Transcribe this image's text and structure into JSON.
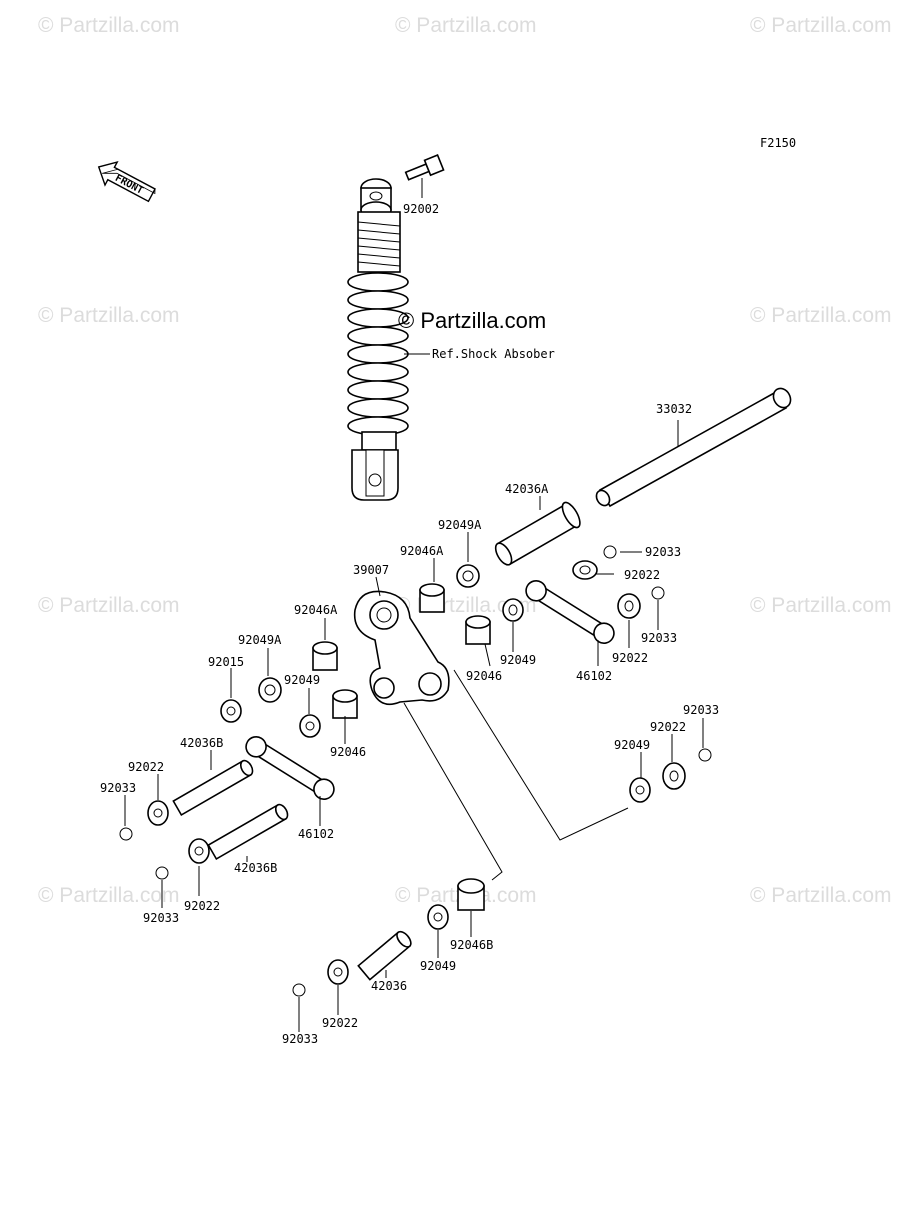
{
  "diagram": {
    "figure_code": "F2150",
    "front_label": "FRONT",
    "center_watermark": "© Partzilla.com",
    "watermark": "© Partzilla.com",
    "ref_label": "Ref.Shock Absober"
  },
  "parts": [
    {
      "id": "p01",
      "label": "92002"
    },
    {
      "id": "p02",
      "label": "33032"
    },
    {
      "id": "p03",
      "label": "42036A"
    },
    {
      "id": "p04",
      "label": "92049A"
    },
    {
      "id": "p05",
      "label": "92046A"
    },
    {
      "id": "p06",
      "label": "39007"
    },
    {
      "id": "p07",
      "label": "92033"
    },
    {
      "id": "p08",
      "label": "92022"
    },
    {
      "id": "p09",
      "label": "92033"
    },
    {
      "id": "p10",
      "label": "92022"
    },
    {
      "id": "p11",
      "label": "92049"
    },
    {
      "id": "p12",
      "label": "92046"
    },
    {
      "id": "p13",
      "label": "46102"
    },
    {
      "id": "p14",
      "label": "92046A"
    },
    {
      "id": "p15",
      "label": "92049A"
    },
    {
      "id": "p16",
      "label": "92015"
    },
    {
      "id": "p17",
      "label": "92049"
    },
    {
      "id": "p18",
      "label": "92046"
    },
    {
      "id": "p19",
      "label": "42036B"
    },
    {
      "id": "p20",
      "label": "92022"
    },
    {
      "id": "p21",
      "label": "92033"
    },
    {
      "id": "p22",
      "label": "46102"
    },
    {
      "id": "p23",
      "label": "42036B"
    },
    {
      "id": "p24",
      "label": "92022"
    },
    {
      "id": "p25",
      "label": "92033"
    },
    {
      "id": "p26",
      "label": "92033"
    },
    {
      "id": "p27",
      "label": "92022"
    },
    {
      "id": "p28",
      "label": "92049"
    },
    {
      "id": "p29",
      "label": "92046B"
    },
    {
      "id": "p30",
      "label": "92049"
    },
    {
      "id": "p31",
      "label": "42036"
    },
    {
      "id": "p32",
      "label": "92022"
    },
    {
      "id": "p33",
      "label": "92033"
    }
  ]
}
